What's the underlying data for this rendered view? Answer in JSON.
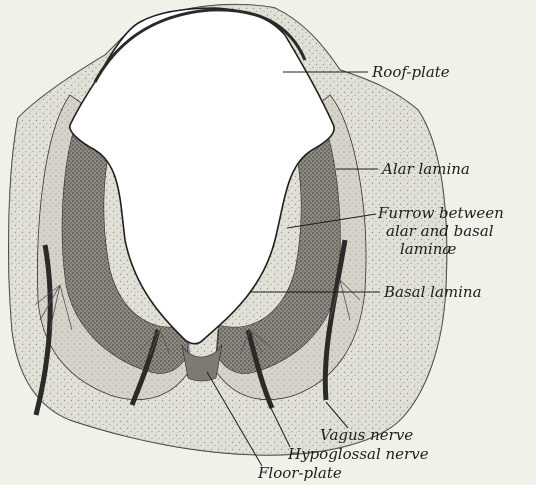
{
  "figure": {
    "labels": {
      "roof_plate": "Roof-plate",
      "alar_lamina": "Alar lamina",
      "furrow_line1": "Furrow between",
      "furrow_line2": "alar and basal",
      "furrow_line3": "laminæ",
      "basal_lamina": "Basal lamina",
      "vagus_nerve": "Vagus nerve",
      "hypoglossal_nerve": "Hypoglossal nerve",
      "floor_plate": "Floor-plate"
    },
    "colors": {
      "background": "#f1f0e9",
      "ink": "#1e1e1e",
      "mesenchyme": "#d9d7cc",
      "mantle_layer": "#8f8c83",
      "marginal_layer": "#cfcdc3",
      "ventricle": "#ffffff"
    }
  }
}
